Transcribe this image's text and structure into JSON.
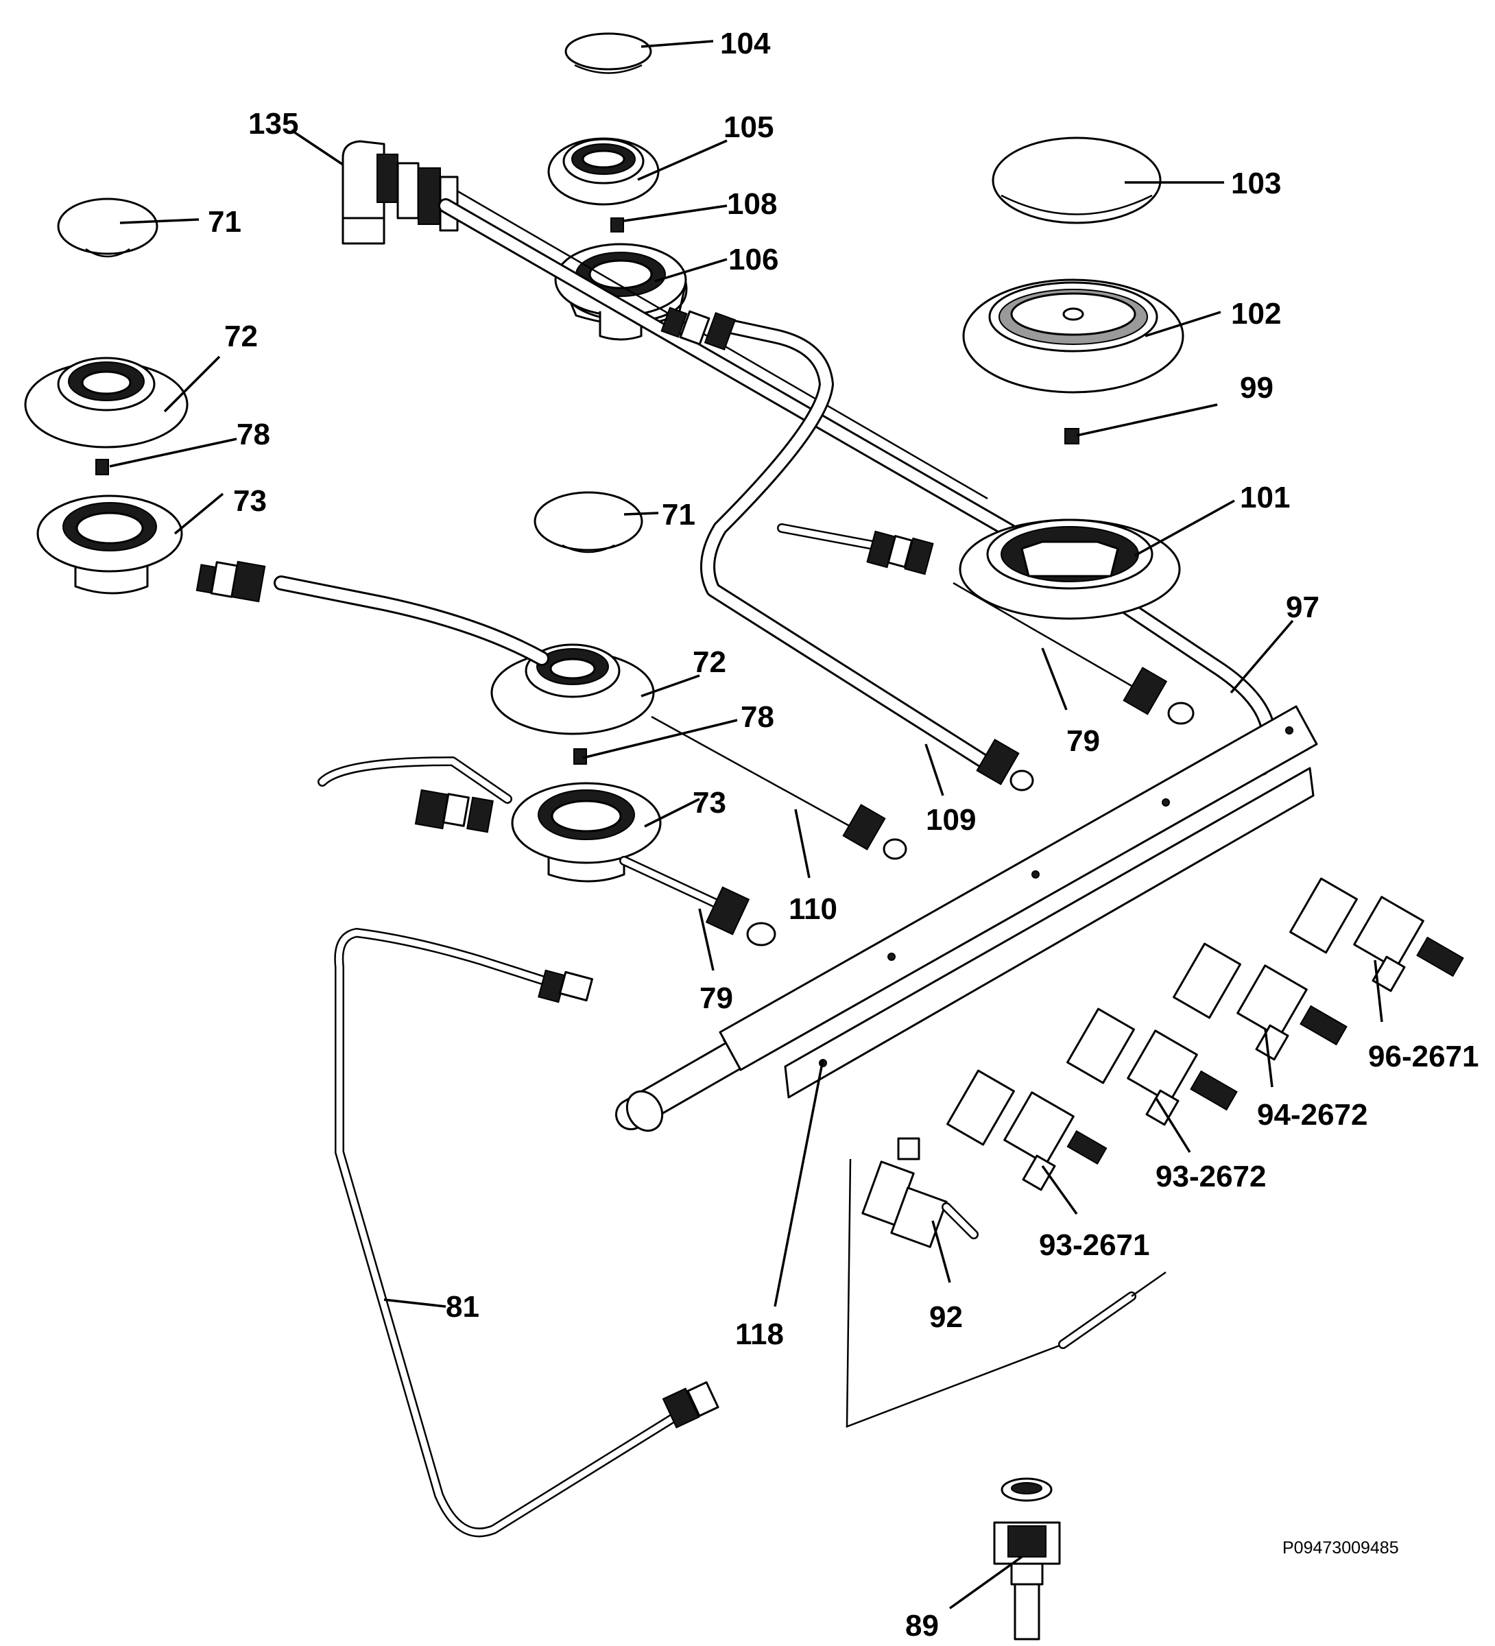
{
  "diagram": {
    "reference_code": "P09473009485",
    "labels": {
      "l104": "104",
      "l105": "105",
      "l135": "135",
      "l103": "103",
      "l108": "108",
      "l71a": "71",
      "l106": "106",
      "l102": "102",
      "l72a": "72",
      "l99": "99",
      "l78a": "78",
      "l73a": "73",
      "l101": "101",
      "l71b": "71",
      "l97": "97",
      "l72b": "72",
      "l78b": "78",
      "l79a": "79",
      "l109": "109",
      "l73b": "73",
      "l110": "110",
      "l79b": "79",
      "l96_2671": "96-2671",
      "l94_2672": "94-2672",
      "l93_2672": "93-2672",
      "l93_2671": "93-2671",
      "l92": "92",
      "l118": "118",
      "l81": "81",
      "l89": "89"
    }
  }
}
